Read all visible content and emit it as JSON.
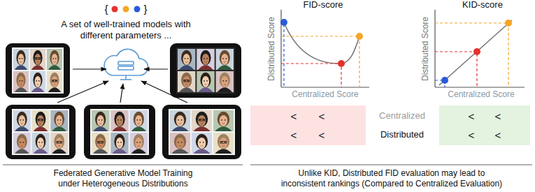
{
  "diagram": {
    "nodes": [
      {
        "text": [
          "<",
          "<",
          "<",
          "<"
        ]
      },
      {
        "text": [
          "<",
          "<",
          "<",
          "<"
        ]
      }
    ],
    "labels": [
      "{",
      "}",
      "A set of well-trained models with different parameters ...",
      "FID-score",
      "Distributed Score",
      "Centralized Score",
      "KID-score",
      "Distributed Score",
      "Centralized Score",
      "Centralized",
      "Distributed",
      "Federated Generative Model Training under Heterogeneous Distributions",
      "Unlike KID, Distributed FID evaluation may lead to inconsistent rankings (Compared to Centralized Evaluation)"
    ]
  }
}
